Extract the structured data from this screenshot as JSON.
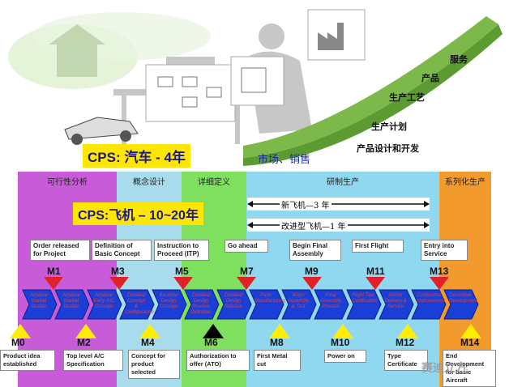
{
  "top": {
    "cps_car": "CPS: 汽车 - 4年",
    "market_label": "市场、销售",
    "stairs": [
      "服务",
      "产品",
      "生产工艺",
      "生产计划",
      "产品设计和开发"
    ]
  },
  "phases": [
    {
      "label": "可行性分析",
      "color": "#c85cd8"
    },
    {
      "label": "概念设计",
      "color": "#a8dcec"
    },
    {
      "label": "详细定义",
      "color": "#7fe060"
    },
    {
      "label": "研制生产",
      "color": "#8fd8f0"
    },
    {
      "label": "系列化生产",
      "color": "#f29a2e"
    }
  ],
  "cps_plane": "CPS:飞机 – 10~20年",
  "durations": [
    {
      "label": "新飞机—3 年"
    },
    {
      "label": "改进型飞机—1 年"
    }
  ],
  "top_callouts": [
    "Order released for Project",
    "Definition of Basic Concept",
    "Instruction to Proceed (ITP)",
    "Go ahead",
    "Begin Final Assembly",
    "First Flight",
    "Entry into Service"
  ],
  "upper_milestones": [
    "M1",
    "M3",
    "M5",
    "M7",
    "M9",
    "M11",
    "M13"
  ],
  "lower_milestones": [
    "M0",
    "M2",
    "M4",
    "M6",
    "M8",
    "M10",
    "M12",
    "M14"
  ],
  "chevrons": [
    "Airplane Market Studies",
    "Airplane Market Studies",
    "Airplane Early A/C Concept",
    "Detailed Concept & Configuration",
    "Baseline Design Concept",
    "Detailed Design Process Definition",
    "Detailed Design Release",
    "Parts Manufacturing",
    "Major Assembly & Test",
    "Final Assembly Process",
    "Flight Test Certification",
    "Airline Delivery & Service",
    "Continuous Improvement",
    "Derivative Development"
  ],
  "bottom_callouts": [
    "Product idea established",
    "Top level A/C Specification",
    "Concept for product selected",
    "Authorization to offer (ATO)",
    "First Metal cut",
    "Power on",
    "Type Certificate",
    "End Development for basic Aircraft"
  ],
  "watermark": "赛迪立方"
}
